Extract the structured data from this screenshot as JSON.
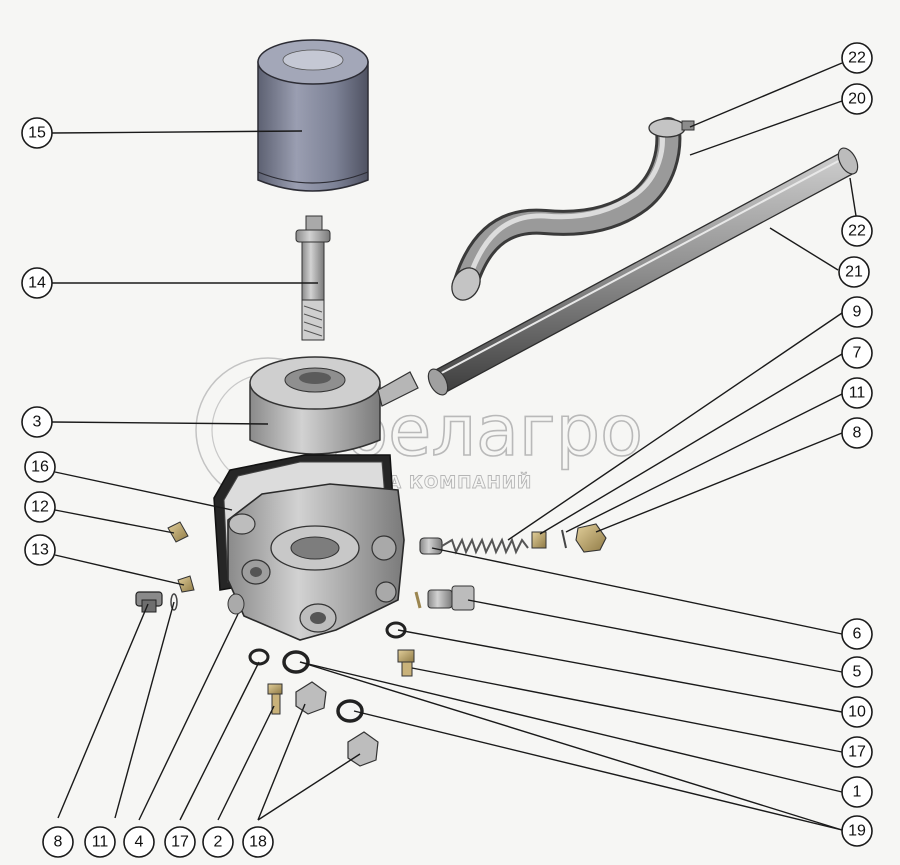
{
  "watermark": {
    "brand": "белагро",
    "subtitle": "ГРУППА КОМПАНИЙ"
  },
  "callouts": [
    {
      "id": "c-15",
      "label": "15"
    },
    {
      "id": "c-14",
      "label": "14"
    },
    {
      "id": "c-3",
      "label": "3"
    },
    {
      "id": "c-16",
      "label": "16"
    },
    {
      "id": "c-12",
      "label": "12"
    },
    {
      "id": "c-13",
      "label": "13"
    },
    {
      "id": "c-22a",
      "label": "22"
    },
    {
      "id": "c-20",
      "label": "20"
    },
    {
      "id": "c-22b",
      "label": "22"
    },
    {
      "id": "c-21",
      "label": "21"
    },
    {
      "id": "c-9",
      "label": "9"
    },
    {
      "id": "c-7",
      "label": "7"
    },
    {
      "id": "c-11a",
      "label": "11"
    },
    {
      "id": "c-8a",
      "label": "8"
    },
    {
      "id": "c-6",
      "label": "6"
    },
    {
      "id": "c-5",
      "label": "5"
    },
    {
      "id": "c-10",
      "label": "10"
    },
    {
      "id": "c-17a",
      "label": "17"
    },
    {
      "id": "c-1",
      "label": "1"
    },
    {
      "id": "c-19",
      "label": "19"
    },
    {
      "id": "c-8b",
      "label": "8"
    },
    {
      "id": "c-11b",
      "label": "11"
    },
    {
      "id": "c-4",
      "label": "4"
    },
    {
      "id": "c-17b",
      "label": "17"
    },
    {
      "id": "c-2",
      "label": "2"
    },
    {
      "id": "c-18",
      "label": "18"
    }
  ],
  "colors": {
    "filter_body": "#7d8296",
    "metal": "#b4b4b4",
    "metal_dark": "#6e6e6e",
    "gasket": "#222222",
    "brass": "#c9b27a",
    "background": "#f6f6f4"
  }
}
